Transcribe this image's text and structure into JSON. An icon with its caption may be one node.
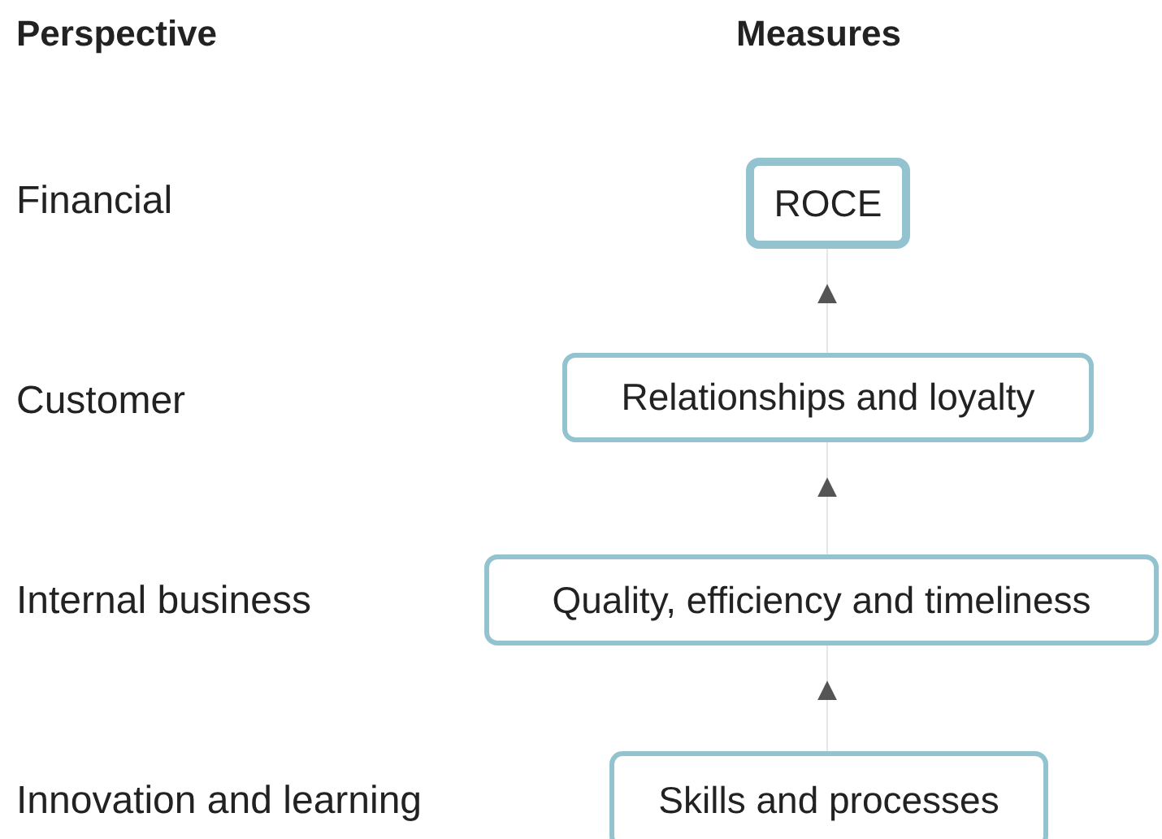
{
  "diagram": {
    "nodes": [
      {
        "text": [
          "ROCE"
        ]
      },
      {
        "text": [
          "Relationships and loyalty"
        ]
      },
      {
        "text": [
          "Quality, efficiency and timeliness"
        ]
      },
      {
        "text": [
          "Skills and processes"
        ]
      }
    ],
    "edges": [
      {
        "from": 3,
        "to": 2,
        "arrow": "to"
      },
      {
        "from": 2,
        "to": 1,
        "arrow": "to"
      },
      {
        "from": 1,
        "to": 0,
        "arrow": "to"
      }
    ],
    "labels": [
      "Perspective",
      "Measures",
      "Financial",
      "Customer",
      "Internal business",
      "Innovation and learning"
    ]
  }
}
